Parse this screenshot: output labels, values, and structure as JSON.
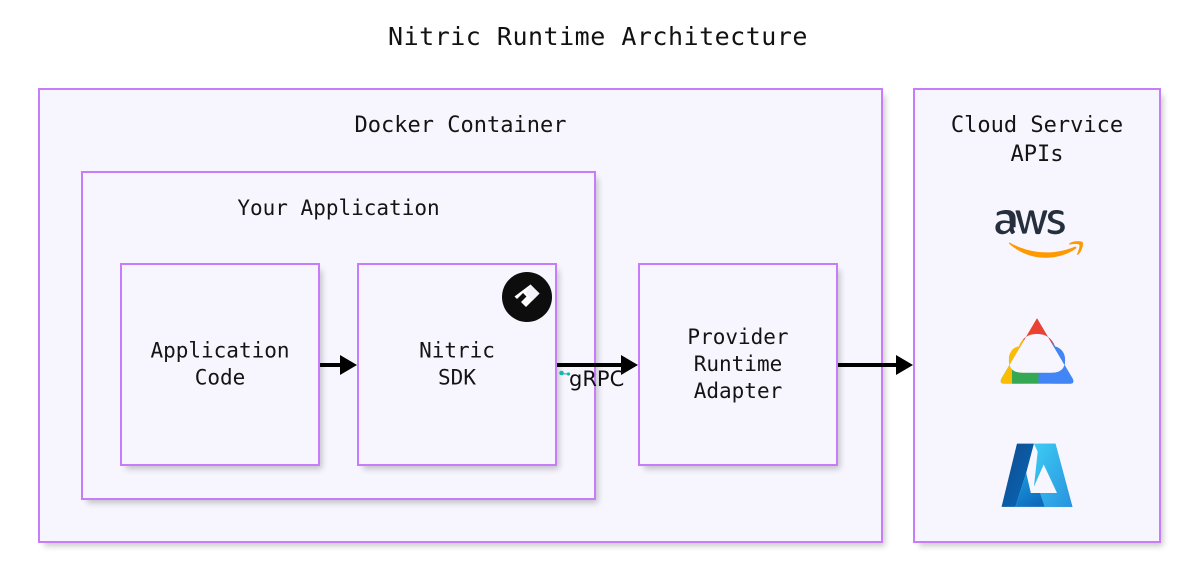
{
  "title": "Nitric Runtime Architecture",
  "colors": {
    "box_border": "#c77dfa",
    "box_fill": "#f7f6fe",
    "page_background": "#ffffff",
    "text": "#141414",
    "arrow": "#000000",
    "grpc_marker": "#14b8a6",
    "aws_text": "#252f3e",
    "aws_swoosh": "#f90",
    "gcp_red": "#ea4335",
    "gcp_blue": "#4285f4",
    "gcp_yellow": "#fbbc05",
    "gcp_green": "#34a853",
    "azure_dark": "#0f5bab",
    "azure_light": "#41b9f5",
    "nitric_badge": "#0d0d0d",
    "nitric_mark": "#ffffff"
  },
  "containers": {
    "docker": {
      "label": "Docker Container"
    },
    "your_application": {
      "label": "Your Application"
    },
    "cloud_service_apis": {
      "label": "Cloud Service\nAPIs"
    }
  },
  "nodes": {
    "application_code": {
      "label": "Application\nCode"
    },
    "nitric_sdk": {
      "label": "Nitric\nSDK"
    },
    "provider_runtime_adapter": {
      "label": "Provider\nRuntime\nAdapter"
    }
  },
  "edges": {
    "code_to_sdk": {
      "label": ""
    },
    "sdk_to_adapter": {
      "label": "gRPC"
    },
    "adapter_to_cloud": {
      "label": ""
    }
  },
  "providers": [
    {
      "name": "aws",
      "label": "aws"
    },
    {
      "name": "google-cloud",
      "label": "Google Cloud"
    },
    {
      "name": "azure",
      "label": "Azure"
    }
  ]
}
